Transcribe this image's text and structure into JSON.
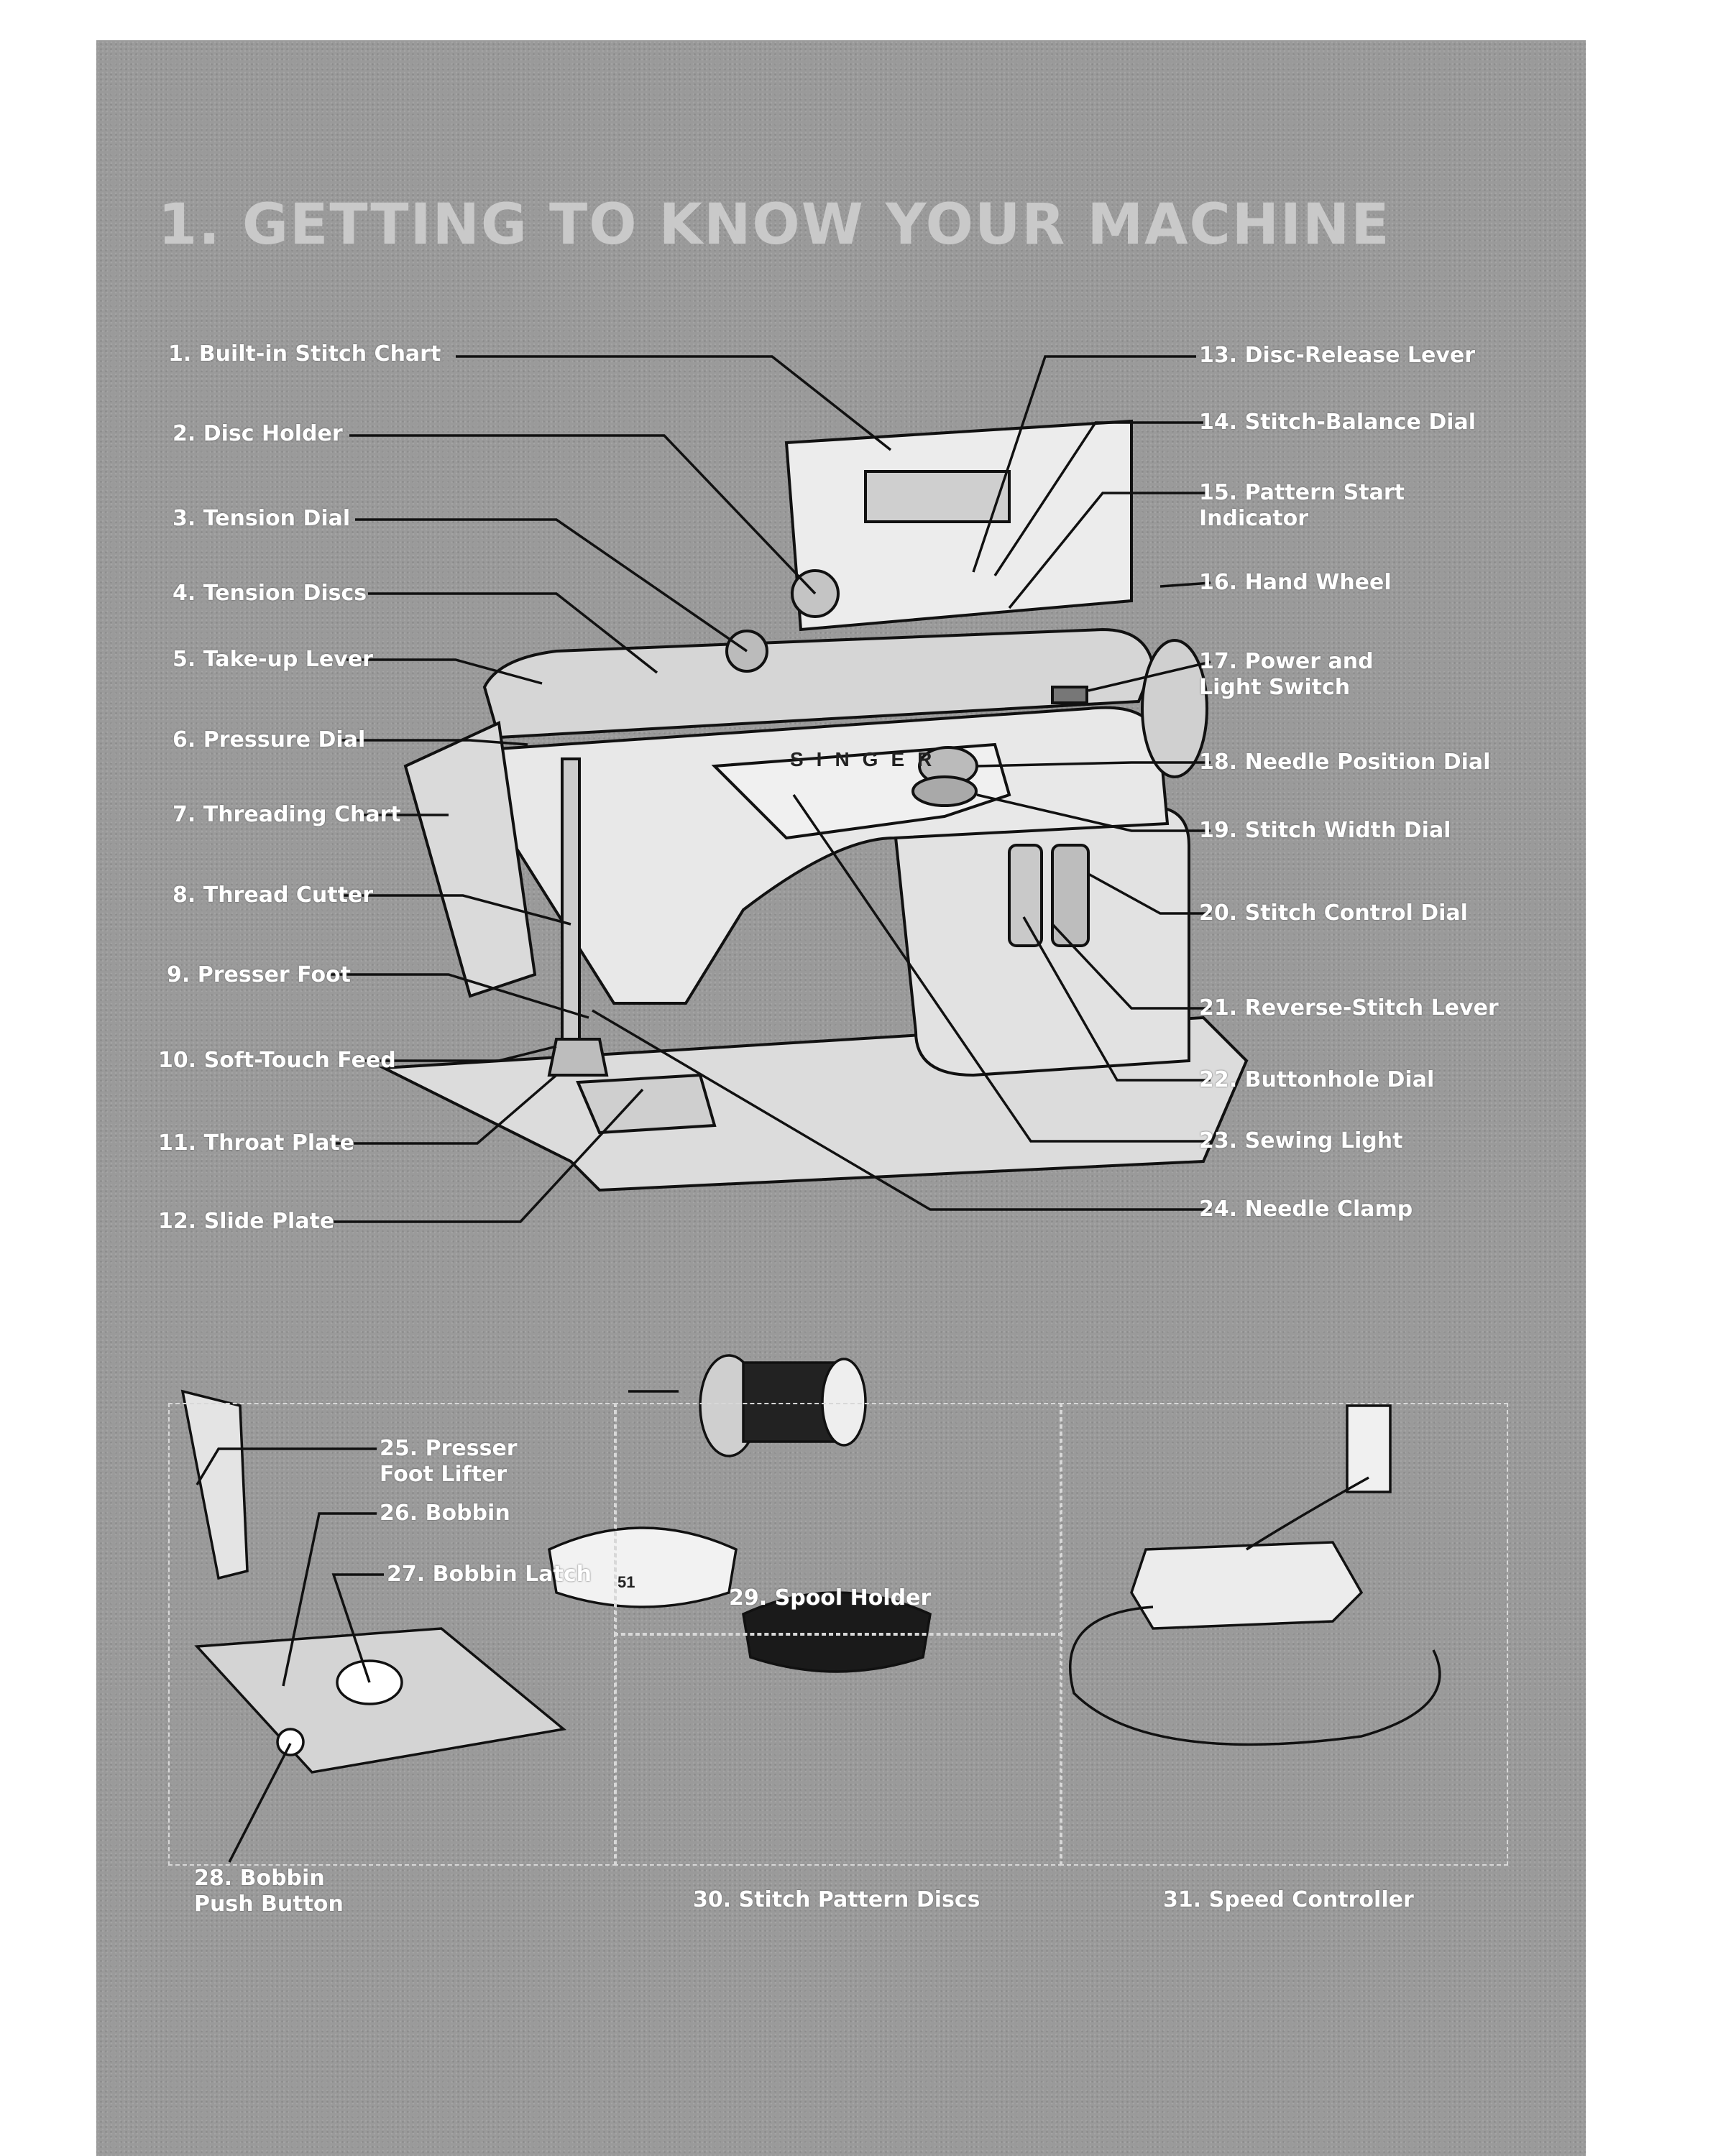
{
  "title": "1. GETTING TO KNOW YOUR MACHINE",
  "machine_brand": "SINGER",
  "parts": [
    {
      "num": "1.",
      "name": "Built-in Stitch Chart"
    },
    {
      "num": "2.",
      "name": "Disc Holder"
    },
    {
      "num": "3.",
      "name": "Tension Dial"
    },
    {
      "num": "4.",
      "name": "Tension Discs"
    },
    {
      "num": "5.",
      "name": "Take-up Lever"
    },
    {
      "num": "6.",
      "name": "Pressure Dial"
    },
    {
      "num": "7.",
      "name": "Threading Chart"
    },
    {
      "num": "8.",
      "name": "Thread Cutter"
    },
    {
      "num": "9.",
      "name": "Presser Foot"
    },
    {
      "num": "10.",
      "name": "Soft-Touch Feed"
    },
    {
      "num": "11.",
      "name": "Throat Plate"
    },
    {
      "num": "12.",
      "name": "Slide Plate"
    },
    {
      "num": "13.",
      "name": "Disc-Release Lever"
    },
    {
      "num": "14.",
      "name": "Stitch-Balance Dial"
    },
    {
      "num": "15.",
      "name": "Pattern Start Indicator"
    },
    {
      "num": "16.",
      "name": "Hand Wheel"
    },
    {
      "num": "17.",
      "name": "Power and Light Switch"
    },
    {
      "num": "18.",
      "name": "Needle Position Dial"
    },
    {
      "num": "19.",
      "name": "Stitch Width Dial"
    },
    {
      "num": "20.",
      "name": "Stitch Control Dial"
    },
    {
      "num": "21.",
      "name": "Reverse-Stitch Lever"
    },
    {
      "num": "22.",
      "name": "Buttonhole Dial"
    },
    {
      "num": "23.",
      "name": "Sewing Light"
    },
    {
      "num": "24.",
      "name": "Needle Clamp"
    },
    {
      "num": "25.",
      "name": "Presser Foot Lifter"
    },
    {
      "num": "26.",
      "name": "Bobbin"
    },
    {
      "num": "27.",
      "name": "Bobbin Latch"
    },
    {
      "num": "28.",
      "name": "Bobbin Push Button"
    },
    {
      "num": "29.",
      "name": "Spool Holder"
    },
    {
      "num": "30.",
      "name": "Stitch Pattern Discs"
    },
    {
      "num": "31.",
      "name": "Speed Controller"
    }
  ],
  "disc_number": "51",
  "colors": {
    "background": "#9a9a9a",
    "title": "#c9c9c9",
    "label": "#ffffff",
    "leader": "#111111",
    "machine": "#e6e6e6"
  }
}
